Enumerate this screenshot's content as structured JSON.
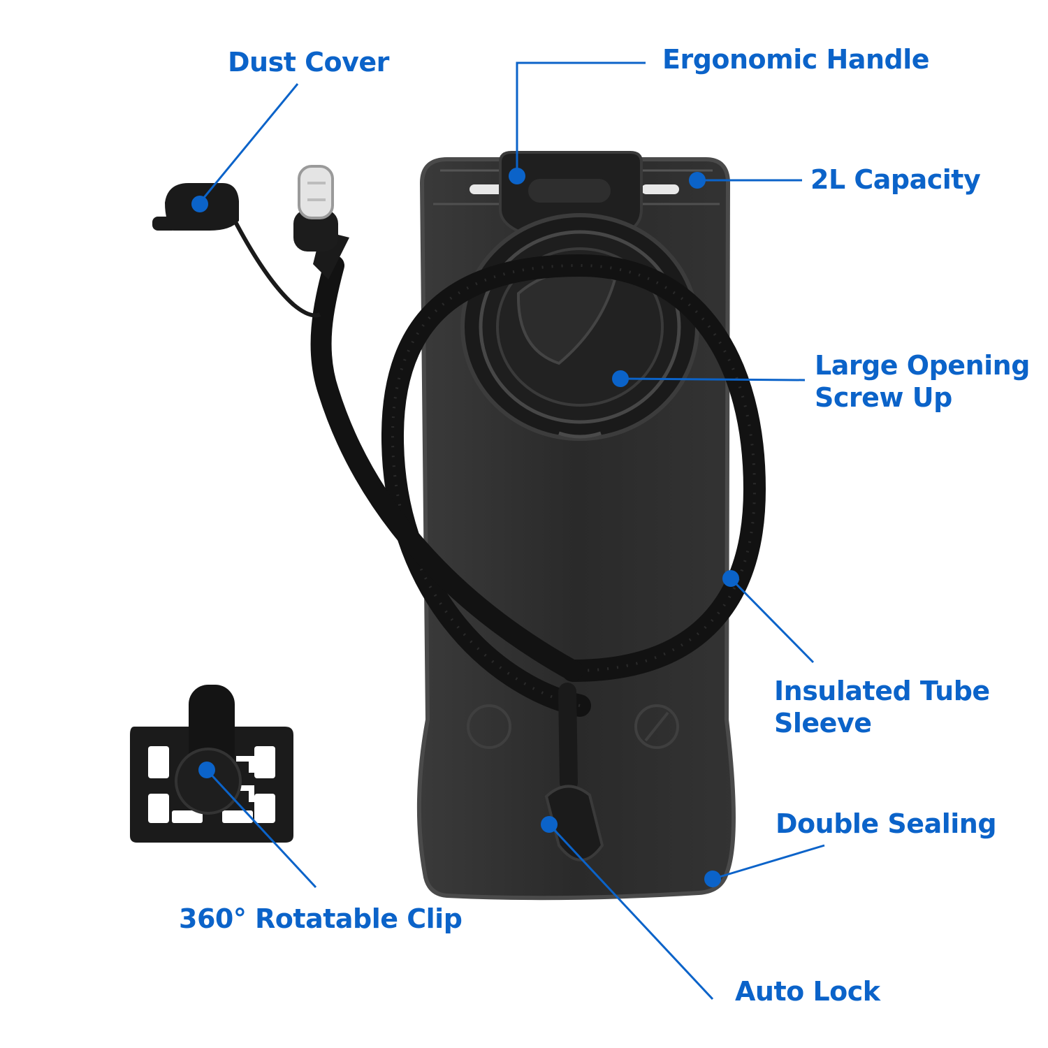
{
  "theme": {
    "accent": "#0b63c9",
    "bladder": "#2b2b2b",
    "tube": "#141414"
  },
  "labels": {
    "dust_cover": "Dust Cover",
    "ergonomic_handle": "Ergonomic Handle",
    "capacity": "2L Capacity",
    "opening": [
      "Large Opening",
      "Screw Up"
    ],
    "tube_sleeve": [
      "Insulated Tube",
      "Sleeve"
    ],
    "double_sealing": "Double Sealing",
    "clip": "360° Rotatable Clip",
    "auto_lock": "Auto Lock"
  },
  "icons": {
    "callout_marker": "dot-icon",
    "clip": "molle-clip-icon",
    "bite_valve": "bite-valve-icon"
  }
}
